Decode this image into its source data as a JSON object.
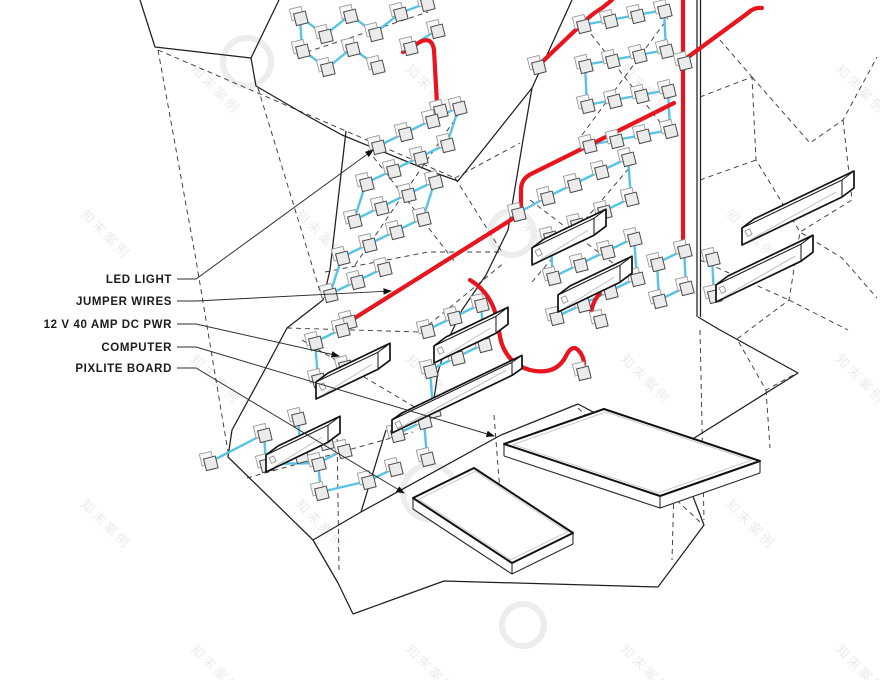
{
  "diagram": {
    "type": "isometric wiring diagram of a faceted LED installation",
    "background": "#ffffff",
    "palette": {
      "outline_black": "#1f1f1f",
      "hidden_edge_dash": "#3c3c3c",
      "jumper_wire_blue": "#57C4E6",
      "power_wire_red": "#E8151E",
      "module_fill": "#ebebeb",
      "board_fill": "#ffffff",
      "label_text": "#1c1c1c"
    }
  },
  "annotations": [
    {
      "label": "LED LIGHT",
      "target": "led-module"
    },
    {
      "label": "JUMPER WIRES",
      "target": "wire-run"
    },
    {
      "label": "12 V 40 AMP DC PWR",
      "target": "power-board"
    },
    {
      "label": "COMPUTER",
      "target": "upper-floor-slab"
    },
    {
      "label": "PIXLITE BOARD",
      "target": "lower-floor-slab"
    }
  ],
  "watermark": {
    "text": "知末案例",
    "repeated": true
  }
}
